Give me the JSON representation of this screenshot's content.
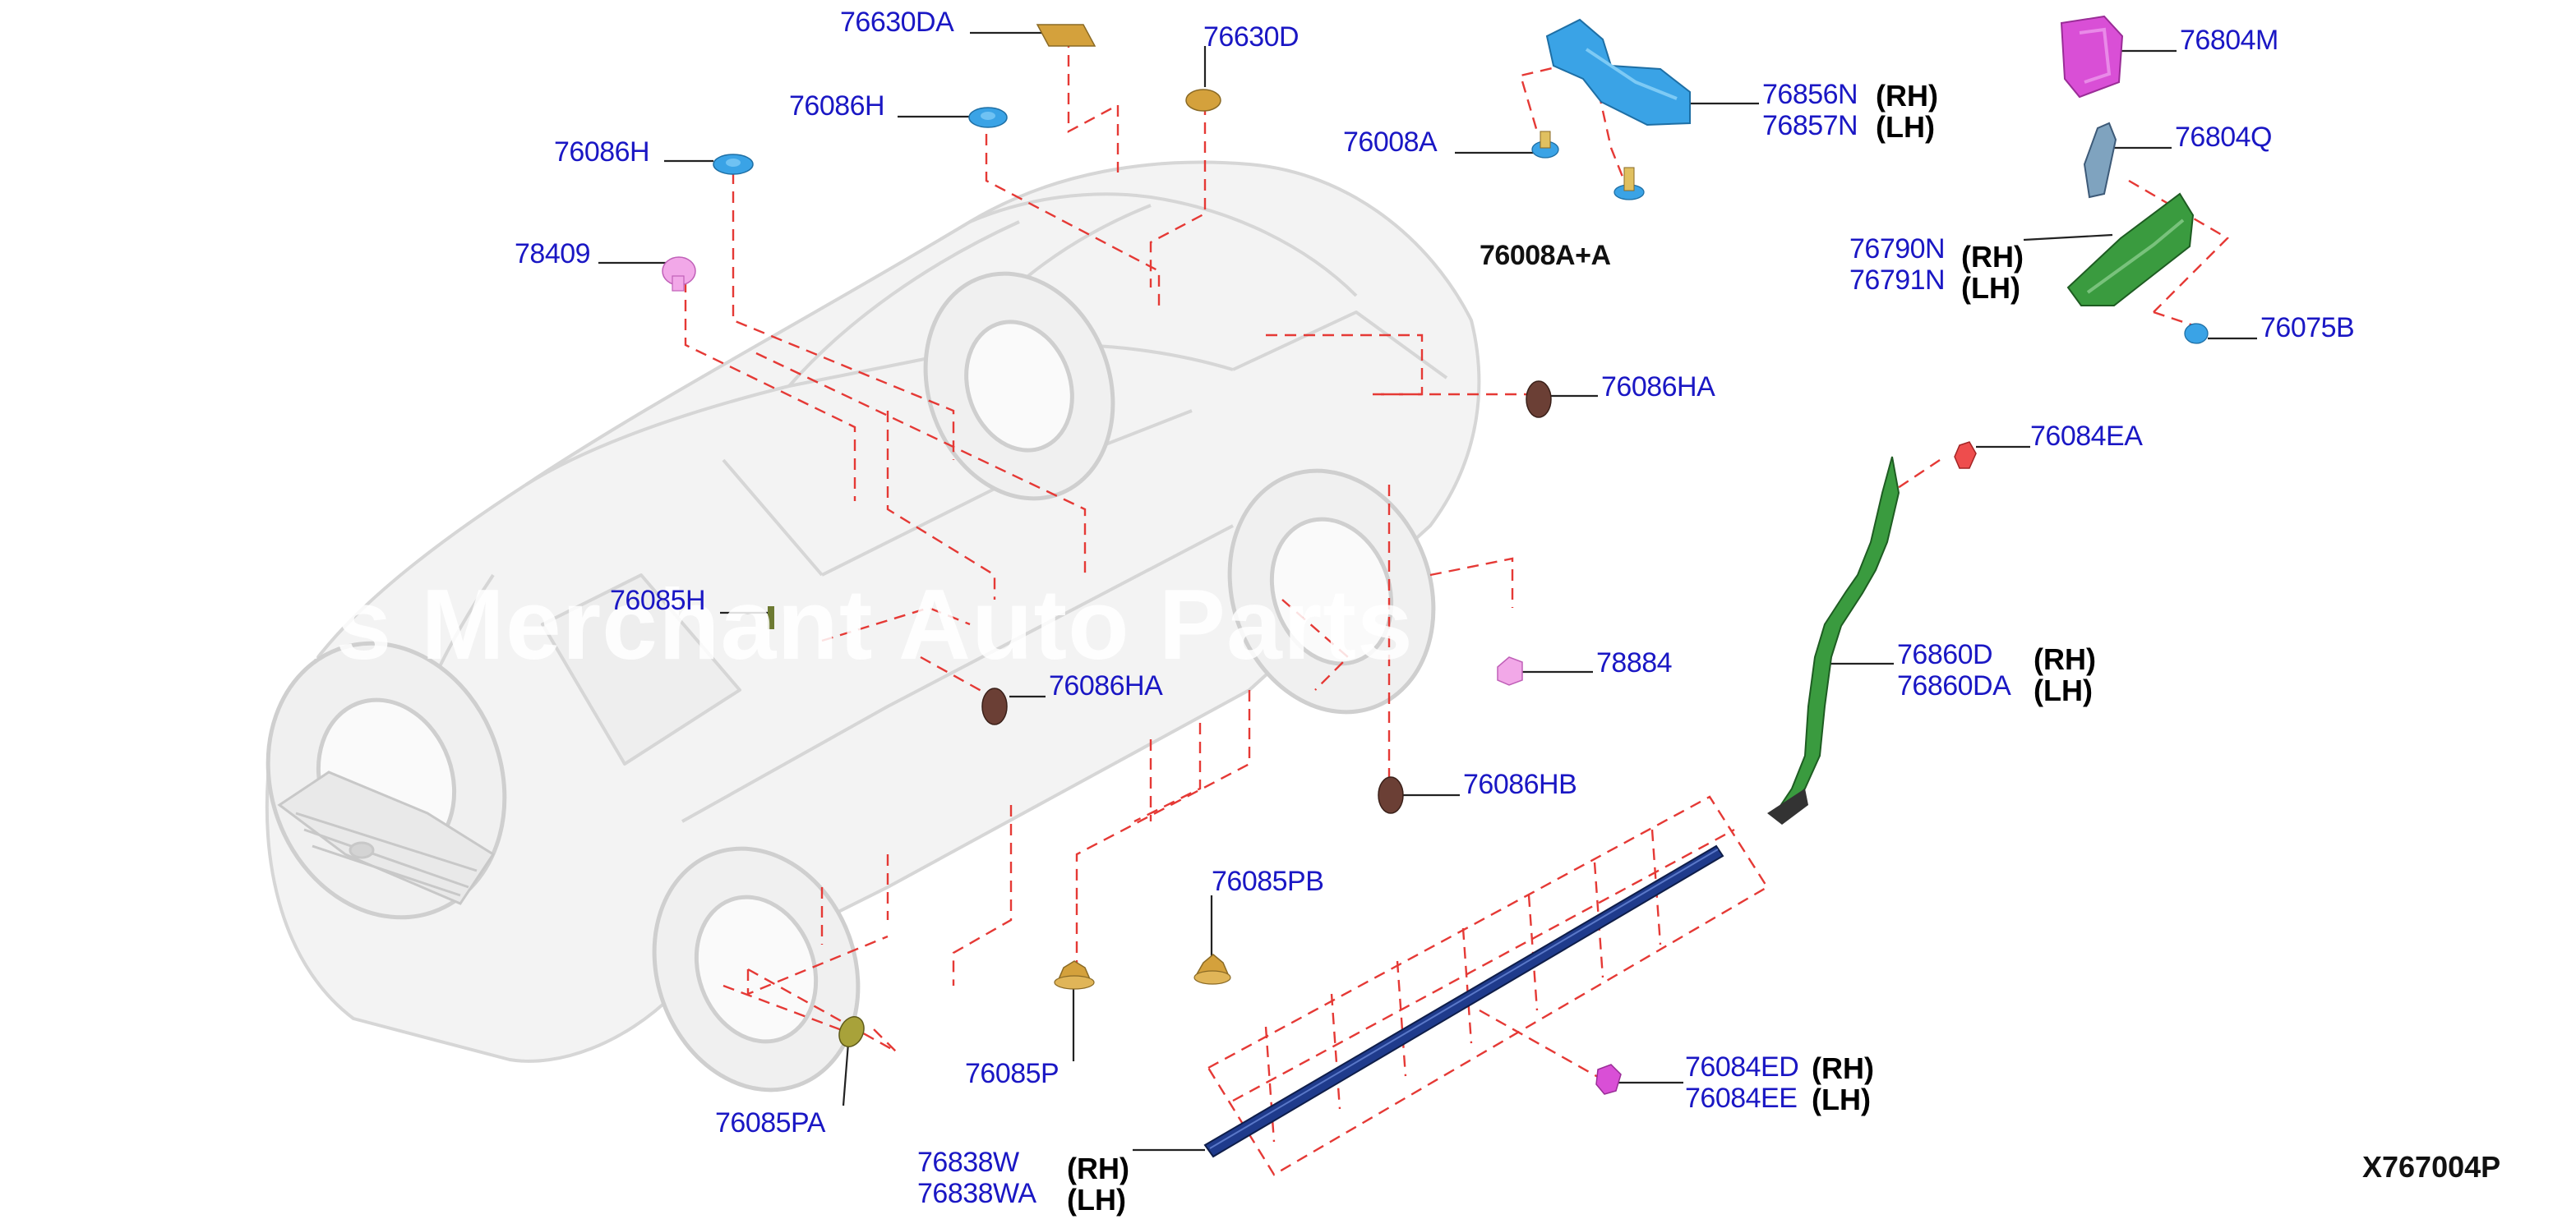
{
  "diagram_code": "X767004P",
  "watermark": "rs Merchant Auto Parts Co",
  "side_markers": {
    "rh": "(RH)",
    "lh": "(LH)"
  },
  "colors": {
    "label_text": "#1a17c4",
    "leader_line": "#222222",
    "dashed_guides": "#e53935",
    "light_blue_part": "#3aa3e6",
    "gold_part": "#d4a13c",
    "brown_grommet": "#6b3f35",
    "magenta_part": "#d94fd6",
    "green_part": "#3a9b3f",
    "navy_molding": "#1f3b8c",
    "red_clip": "#ee4d4d"
  },
  "labels": {
    "p76630DA": "76630DA",
    "p76630D": "76630D",
    "p76086H_top": "76086H",
    "p76086H_left": "76086H",
    "p78409": "78409",
    "p76008A": "76008A",
    "p76008AA": "76008A+A",
    "p76856N": "76856N",
    "p76857N": "76857N",
    "p76804M": "76804M",
    "p76804Q": "76804Q",
    "p76790N": "76790N",
    "p76791N": "76791N",
    "p76075B": "76075B",
    "p76086HA_rear": "76086HA",
    "p76084EA": "76084EA",
    "p76085H": "76085H",
    "p76086HA_door": "76086HA",
    "p78884": "78884",
    "p76860D": "76860D",
    "p76860DA": "76860DA",
    "p76086HB": "76086HB",
    "p76085PB": "76085PB",
    "p76085P": "76085P",
    "p76085PA": "76085PA",
    "p76084ED": "76084ED",
    "p76084EE": "76084EE",
    "p76838W": "76838W",
    "p76838WA": "76838WA"
  }
}
